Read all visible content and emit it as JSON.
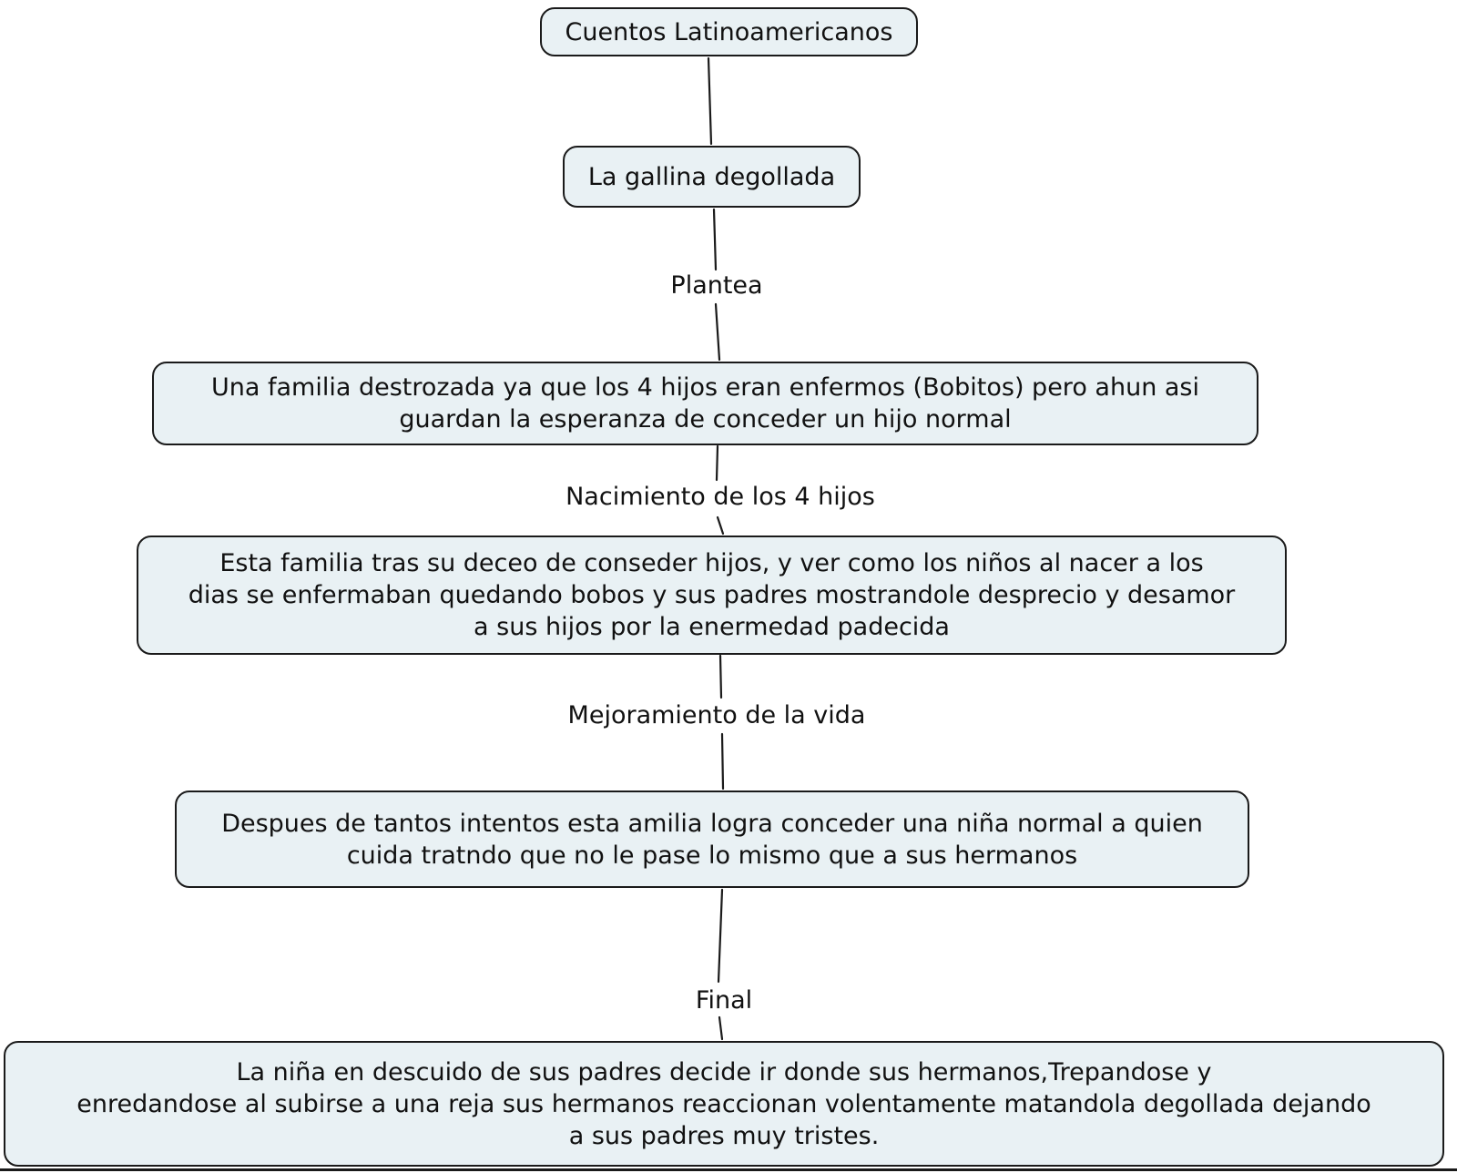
{
  "diagram": {
    "colors": {
      "background": "#ffffff",
      "node_fill": "#e9f1f4",
      "node_border": "#1a1a1a",
      "line": "#1a1a1a",
      "text": "#111111"
    },
    "nodes": [
      {
        "id": "cuentos-latinoamericanos",
        "lines": [
          "Cuentos Latinoamericanos"
        ]
      },
      {
        "id": "la-gallina-degollada",
        "lines": [
          "La gallina degollada"
        ]
      },
      {
        "id": "plantea-desc",
        "lines": [
          "Una familia destrozada ya que los 4 hijos eran enfermos (Bobitos) pero ahun asi",
          "guardan la esperanza de conceder un hijo normal"
        ]
      },
      {
        "id": "nacimiento-desc",
        "lines": [
          "Esta familia tras su deceo de conseder hijos, y ver como los niños al nacer a los",
          "dias se enfermaban quedando bobos y sus padres mostrandole desprecio y desamor",
          "a sus hijos por la enermedad padecida"
        ]
      },
      {
        "id": "mejoramiento-desc",
        "lines": [
          "Despues de tantos intentos esta amilia logra conceder una niña normal a quien",
          "cuida tratndo que no le pase lo mismo que a sus hermanos"
        ]
      },
      {
        "id": "final-desc",
        "lines": [
          "La niña en descuido de sus padres decide ir donde sus hermanos,Trepandose y",
          "enredandose al subirse a una reja sus hermanos reaccionan volentamente matandola degollada dejando",
          "a sus padres muy tristes."
        ]
      }
    ],
    "link_labels": [
      "Plantea",
      "Nacimiento de los 4 hijos",
      "Mejoramiento de la vida",
      "Final"
    ]
  }
}
